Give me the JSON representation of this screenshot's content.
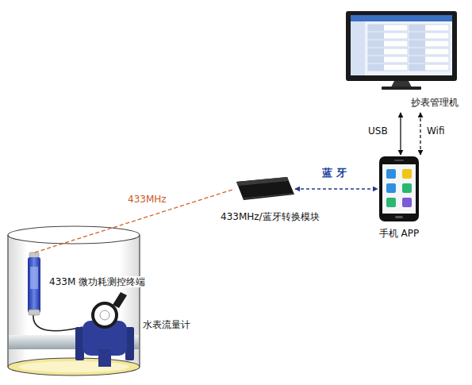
{
  "diagram": {
    "nodes": [
      {
        "text": [
          "抄表管理机"
        ]
      },
      {
        "text": [
          "433MHz/蓝牙转换模块"
        ]
      },
      {
        "text": [
          "手机 APP"
        ]
      },
      {
        "text": [
          "433M 微功耗测控终端"
        ]
      },
      {
        "text": [
          "水表流量计"
        ]
      }
    ],
    "edges": [
      {
        "from": 0,
        "to": 2,
        "label": "USB",
        "arrow": "both"
      },
      {
        "from": 0,
        "to": 2,
        "label": "Wifi",
        "arrow": "both"
      },
      {
        "from": 1,
        "to": 2,
        "label": "蓝 牙",
        "arrow": "both"
      },
      {
        "from": 3,
        "to": 1,
        "label": "433MHz",
        "arrow": "none"
      }
    ]
  }
}
